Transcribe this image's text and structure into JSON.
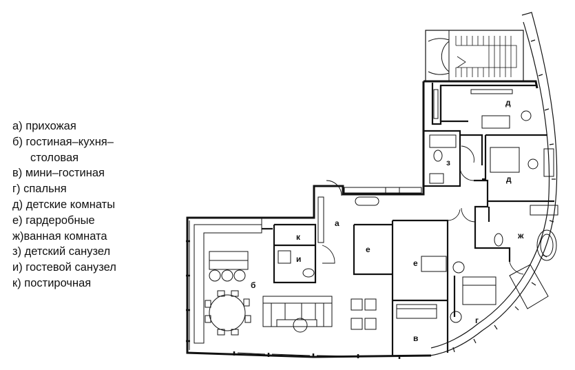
{
  "legend": [
    {
      "key": "а",
      "text": "а) прихожая"
    },
    {
      "key": "б",
      "text": "б) гостиная–кухня–"
    },
    {
      "key": "б2",
      "text": "столовая"
    },
    {
      "key": "в",
      "text": "в) мини–гостиная"
    },
    {
      "key": "г",
      "text": "г)  спальня"
    },
    {
      "key": "д",
      "text": "д) детские комнаты"
    },
    {
      "key": "е",
      "text": "е) гардеробные"
    },
    {
      "key": "ж",
      "text": "ж)ванная комната"
    },
    {
      "key": "з",
      "text": "з) детский санузел"
    },
    {
      "key": "и",
      "text": "и) гостевой санузел"
    },
    {
      "key": "к",
      "text": "к) постирочная"
    }
  ],
  "rooms": {
    "a": "а",
    "b": "б",
    "v": "в",
    "g": "г",
    "d1": "д",
    "d2": "д",
    "e1": "е",
    "e2": "е",
    "zh": "ж",
    "z": "з",
    "i": "и",
    "k": "к"
  }
}
